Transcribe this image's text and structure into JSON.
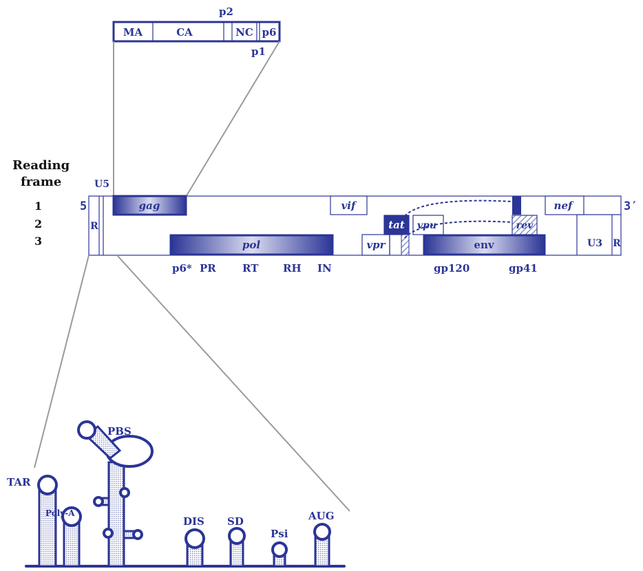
{
  "gag_detail": {
    "segments": [
      "MA",
      "CA",
      "NC",
      "p6"
    ],
    "above_label": "p2",
    "below_label": "p1"
  },
  "reading_frame": {
    "title_line1": "Reading",
    "title_line2": "frame",
    "frames": [
      "1",
      "2",
      "3"
    ]
  },
  "genome": {
    "five_prime": "5′",
    "three_prime": "3′",
    "u5": "U5",
    "r_left": "R",
    "r_right": "R",
    "u3": "U3",
    "genes": {
      "gag": "gag",
      "pol": "pol",
      "vif": "vif",
      "vpr": "vpr",
      "tat": "tat",
      "vpu": "vpu",
      "rev": "rev",
      "env": "env",
      "nef": "nef"
    },
    "pol_products": [
      "p6*",
      "PR",
      "RT",
      "RH",
      "IN"
    ],
    "env_products": [
      "gp120",
      "gp41"
    ]
  },
  "rna_structure": {
    "TAR": "TAR",
    "PolyA": "Poly-A",
    "PBS": "PBS",
    "DIS": "DIS",
    "SD": "SD",
    "Psi": "Psi",
    "AUG": "AUG"
  },
  "colors": {
    "blue": "#2b3596",
    "line_gray": "#9a9a9a"
  }
}
